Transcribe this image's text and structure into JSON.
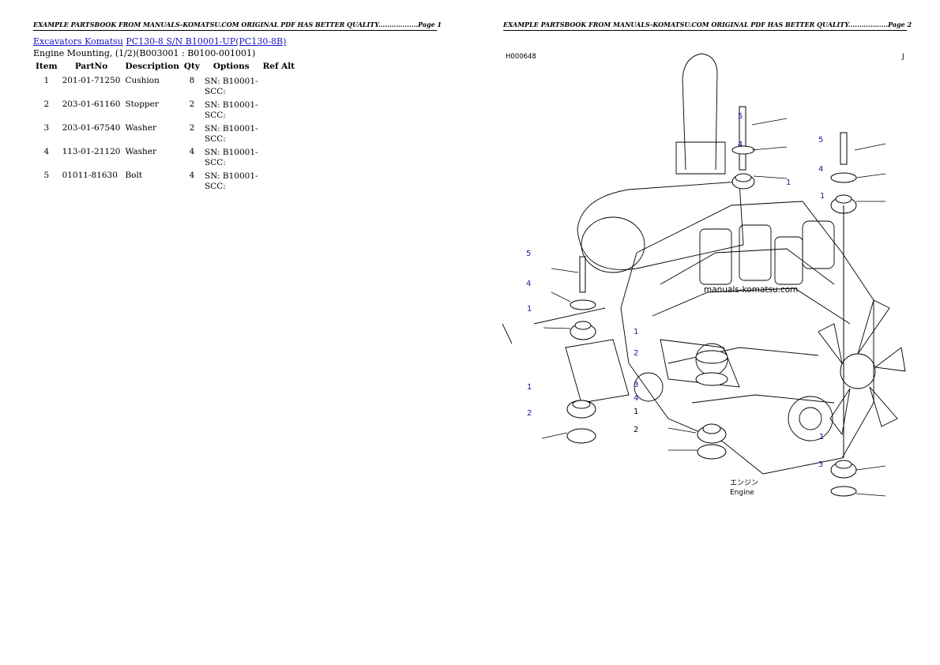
{
  "header_left": "EXAMPLE PARTSBOOK FROM MANUALS-KOMATSU.COM ORIGINAL PDF HAS BETTER QUALITY..................Page 1",
  "header_right": "EXAMPLE PARTSBOOK FROM MANUALS-KOMATSU.COM ORIGINAL PDF HAS BETTER QUALITY..................Page 2",
  "breadcrumb": {
    "link1": "Excavators Komatsu",
    "link2": "PC130-8 S/N B10001-UP(PC130-8B)"
  },
  "subtitle": "Engine Mounting, (1/2)(B003001 : B0100-001001)",
  "table": {
    "headers": [
      "Item",
      "PartNo",
      "Description",
      "Qty",
      "Options",
      "Ref Alt"
    ],
    "rows": [
      {
        "item": "1",
        "partno": "201-01-71250",
        "desc": "Cushion",
        "qty": "8",
        "opt1": "SN: B10001-",
        "opt2": "SCC:"
      },
      {
        "item": "2",
        "partno": "203-01-61160",
        "desc": "Stopper",
        "qty": "2",
        "opt1": "SN: B10001-",
        "opt2": "SCC:"
      },
      {
        "item": "3",
        "partno": "203-01-67540",
        "desc": "Washer",
        "qty": "2",
        "opt1": "SN: B10001-",
        "opt2": "SCC:"
      },
      {
        "item": "4",
        "partno": "113-01-21120",
        "desc": "Washer",
        "qty": "4",
        "opt1": "SN: B10001-",
        "opt2": "SCC:"
      },
      {
        "item": "5",
        "partno": "01011-81630",
        "desc": "Bolt",
        "qty": "4",
        "opt1": "SN: B10001-",
        "opt2": "SCC:"
      }
    ]
  },
  "diagram": {
    "code": "H000648",
    "corner_mark": "J",
    "watermark": "manuals-komatsu.com",
    "engine_label_jp": "エンジン",
    "engine_label_en": "Engine",
    "callouts": {
      "c1": "5",
      "c2": "4",
      "c3": "1",
      "c4": "5",
      "c5": "4",
      "c6": "1",
      "c7": "5",
      "c8": "4",
      "c9": "1",
      "c10": "1",
      "c11": "2",
      "c12": "1",
      "c13": "2",
      "c14": "3",
      "c15": "4",
      "c16": "1",
      "c17": "2",
      "c18": "1",
      "c19": "3"
    },
    "callout_color": "#1a1aa6"
  }
}
